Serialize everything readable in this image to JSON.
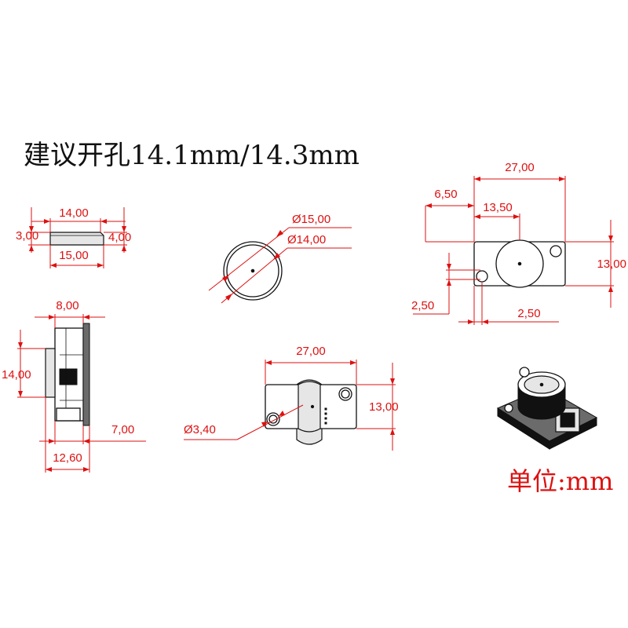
{
  "title": "建议开孔14.1mm/14.3mm",
  "unit_label": "单位:mm",
  "colors": {
    "dimension": "#dd1111",
    "outline": "#111111",
    "background": "#ffffff"
  },
  "top_view_dims": {
    "top_width": "14,00",
    "bottom_width": "15,00",
    "left_height": "3,00",
    "right_height": "4,00"
  },
  "circle_view_dims": {
    "outer_diameter": "Ø15,00",
    "inner_diameter": "Ø14,00"
  },
  "board_top_dims": {
    "overall_width": "27,00",
    "offset_left": "6,50",
    "center_offset": "13,50",
    "height": "13,00",
    "hole_offset_y": "2,50",
    "hole_offset_x": "2,50"
  },
  "side_view_dims": {
    "top_width": "8,00",
    "height": "14,00",
    "depth": "7,00",
    "bottom_width": "12,60"
  },
  "board_bottom_dims": {
    "overall_width": "27,00",
    "height": "13,00",
    "hole_diameter": "Ø3,40"
  }
}
